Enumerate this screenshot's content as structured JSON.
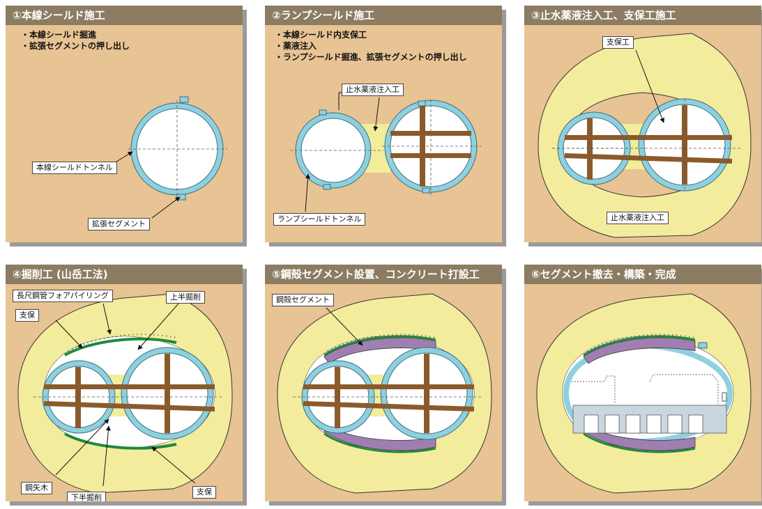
{
  "panels": [
    {
      "title": "①本線シールド施工",
      "notes": [
        "・本線シールド掘進",
        "・拡張セグメントの押し出し"
      ],
      "labels": [
        "本線シールドトンネル",
        "拡張セグメント"
      ]
    },
    {
      "title": "②ランプシールド施工",
      "notes": [
        "・本線シールド内支保工",
        "・薬液注入",
        "・ランプシールド掘進、拡張セグメントの押し出し"
      ],
      "labels": [
        "止水薬液注入工",
        "ランプシールドトンネル"
      ]
    },
    {
      "title": "③止水薬液注入工、支保工施工",
      "notes": [],
      "labels": [
        "支保工",
        "止水薬液注入工"
      ]
    },
    {
      "title": "④掘削工 (山岳工法)",
      "notes": [],
      "labels": [
        "長尺鋼管フォアパイリング",
        "上半掘削",
        "支保",
        "鋼矢木",
        "下半掘削",
        "支保"
      ]
    },
    {
      "title": "⑤鋼殻セグメント設置、コンクリート打設工",
      "notes": [],
      "labels": [
        "鋼殻セグメント"
      ]
    },
    {
      "title": "⑥セグメント撤去・構築・完成",
      "notes": [],
      "labels": []
    }
  ],
  "colors": {
    "background": "#e8c393",
    "header": "#8b7c62",
    "segment": "#8fd0e0",
    "grout": "#f3ec9c",
    "strut": "#8b5a2b",
    "support": "#1e8a3c",
    "steel_shell": "#9f7fb0"
  }
}
